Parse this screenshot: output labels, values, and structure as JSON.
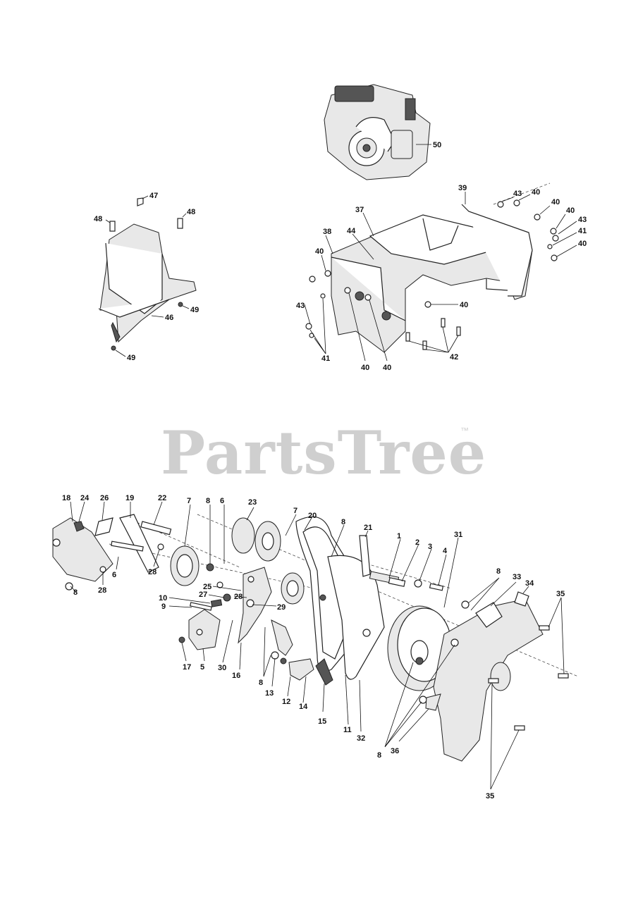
{
  "watermark": {
    "text": "PartsTree",
    "tm": "™"
  },
  "callouts": {
    "c50": "50",
    "c47": "47",
    "c48a": "48",
    "c48b": "48",
    "c46": "46",
    "c49a": "49",
    "c49b": "49",
    "c39": "39",
    "c43a": "43",
    "c40a": "40",
    "c40b": "40",
    "c40c": "40",
    "c43b": "43",
    "c41a": "41",
    "c40d": "40",
    "c37": "37",
    "c38": "38",
    "c44": "44",
    "c40e": "40",
    "c43c": "43",
    "c41b": "41",
    "c40f": "40",
    "c40g": "40",
    "c40h": "40",
    "c42": "42",
    "c18": "18",
    "c24": "24",
    "c26": "26",
    "c19": "19",
    "c22": "22",
    "c7a": "7",
    "c8a": "8",
    "c6a": "6",
    "c23": "23",
    "c7b": "7",
    "c20": "20",
    "c8b": "8",
    "c21": "21",
    "c1": "1",
    "c2": "2",
    "c3": "3",
    "c4": "4",
    "c31": "31",
    "c8c": "8",
    "c28a": "28",
    "c6b": "6",
    "c28b": "28",
    "c25": "25",
    "c10": "10",
    "c27": "27",
    "c28c": "28",
    "c29": "29",
    "c9": "9",
    "c17": "17",
    "c5": "5",
    "c30": "30",
    "c16": "16",
    "c8d": "8",
    "c13": "13",
    "c12": "12",
    "c14": "14",
    "c15": "15",
    "c11": "11",
    "c32": "32",
    "c8e": "8",
    "c33": "33",
    "c34": "34",
    "c35a": "35",
    "c8f": "8",
    "c36": "36",
    "c35b": "35"
  },
  "colors": {
    "line": "#222222",
    "watermark": "#cfcfcf",
    "background": "#ffffff"
  }
}
